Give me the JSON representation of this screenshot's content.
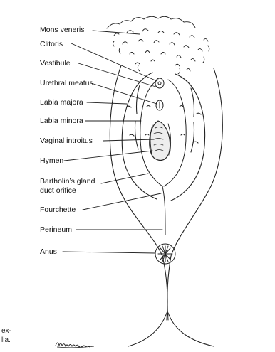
{
  "labels": [
    {
      "key": "mons_veneris",
      "text": "Mons veneris"
    },
    {
      "key": "clitoris",
      "text": "Clitoris"
    },
    {
      "key": "vestibule",
      "text": "Vestibule"
    },
    {
      "key": "urethral_meatus",
      "text": "Urethral meatus"
    },
    {
      "key": "labia_majora",
      "text": "Labia majora"
    },
    {
      "key": "labia_minora",
      "text": "Labia minora"
    },
    {
      "key": "vaginal_introitus",
      "text": "Vaginal introitus"
    },
    {
      "key": "hymen",
      "text": "Hymen"
    },
    {
      "key": "bartholins_gland_line1",
      "text": "Bartholin’s gland"
    },
    {
      "key": "bartholins_gland_line2",
      "text": "duct orifice"
    },
    {
      "key": "fourchette",
      "text": "Fourchette"
    },
    {
      "key": "perineum",
      "text": "Perineum"
    },
    {
      "key": "anus",
      "text": "Anus"
    }
  ],
  "margin_text": [
    "ex-",
    "lia."
  ]
}
